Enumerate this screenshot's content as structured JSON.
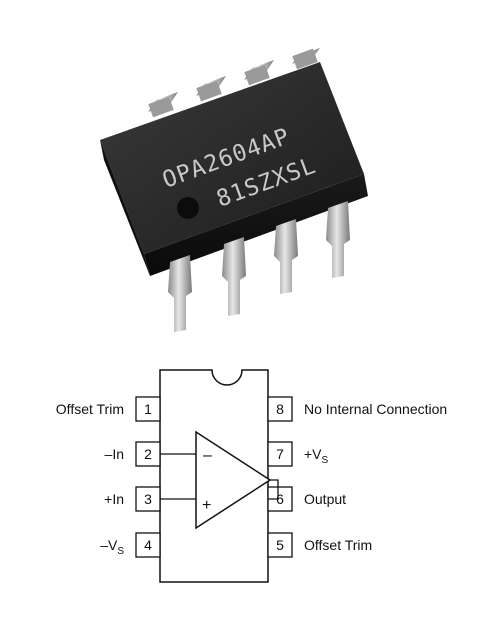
{
  "chip": {
    "marking_line1": "OPA2604AP",
    "marking_line2": "81SZXSL"
  },
  "pinout": {
    "left_pins": [
      {
        "number": "1",
        "label": "Offset Trim",
        "sub": ""
      },
      {
        "number": "2",
        "label": "–In",
        "sub": ""
      },
      {
        "number": "3",
        "label": "+In",
        "sub": ""
      },
      {
        "number": "4",
        "label": "–V",
        "sub": "S"
      }
    ],
    "right_pins": [
      {
        "number": "8",
        "label": "No Internal Connection",
        "sub": ""
      },
      {
        "number": "7",
        "label": "+V",
        "sub": "S"
      },
      {
        "number": "6",
        "label": "Output",
        "sub": ""
      },
      {
        "number": "5",
        "label": "Offset Trim",
        "sub": ""
      }
    ],
    "inverting_sign": "–",
    "noninverting_sign": "+"
  }
}
